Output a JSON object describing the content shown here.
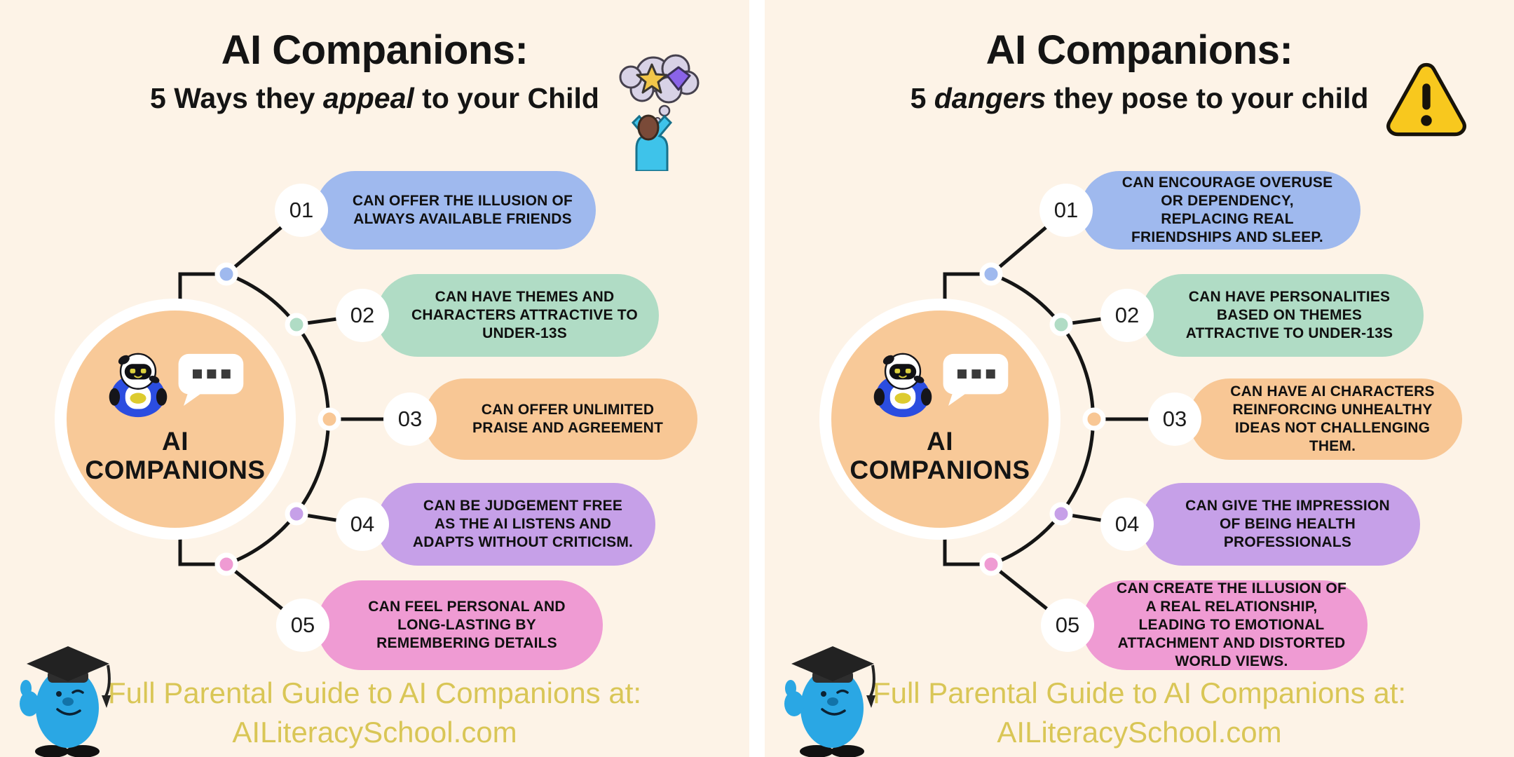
{
  "page": {
    "background": "#fdf3e7",
    "divider_color": "#ffffff",
    "text_color": "#141414",
    "line_color": "#151515",
    "footer_color": "#d9c656",
    "center_circle_color": "#f8c998"
  },
  "panels": [
    {
      "title": "AI Companions:",
      "subtitle": {
        "pre": "5 Ways they ",
        "em": "appeal",
        "post": " to your Child"
      },
      "header_icon": "daydream-thought-cloud-icon",
      "center": {
        "icon": "robot-icon",
        "bubble_icon": "chat-dots-icon",
        "label_line1": "AI",
        "label_line2": "COMPANIONS"
      },
      "items": [
        {
          "num": "01",
          "text": "CAN OFFER THE ILLUSION OF ALWAYS AVAILABLE FRIENDS",
          "color": "#9fb9ee"
        },
        {
          "num": "02",
          "text": "CAN HAVE THEMES AND CHARACTERS ATTRACTIVE TO UNDER-13S",
          "color": "#b0dcc5"
        },
        {
          "num": "03",
          "text": "CAN OFFER UNLIMITED PRAISE AND AGREEMENT",
          "color": "#f8c795"
        },
        {
          "num": "04",
          "text": "CAN BE JUDGEMENT FREE AS THE AI LISTENS AND ADAPTS WITHOUT CRITICISM.",
          "color": "#c6a0e8"
        },
        {
          "num": "05",
          "text": "CAN FEEL PERSONAL AND LONG-LASTING BY REMEMBERING DETAILS",
          "color": "#ef9bd3"
        }
      ],
      "footer": {
        "line1": "Full Parental Guide to AI Companions at:",
        "line2": "AILiteracySchool.com",
        "mascot_icon": "graduate-mascot-icon"
      }
    },
    {
      "title": "AI Companions:",
      "subtitle": {
        "pre": "5 ",
        "em": "dangers",
        "post": " they pose to your child"
      },
      "header_icon": "warning-triangle-icon",
      "center": {
        "icon": "robot-icon",
        "bubble_icon": "chat-dots-icon",
        "label_line1": "AI",
        "label_line2": "COMPANIONS"
      },
      "items": [
        {
          "num": "01",
          "text": "CAN ENCOURAGE OVERUSE OR DEPENDENCY, REPLACING REAL FRIENDSHIPS AND SLEEP.",
          "color": "#9fb9ee"
        },
        {
          "num": "02",
          "text": "CAN HAVE PERSONALITIES BASED ON THEMES ATTRACTIVE TO UNDER-13S",
          "color": "#b0dcc5"
        },
        {
          "num": "03",
          "text": "CAN HAVE AI CHARACTERS REINFORCING UNHEALTHY IDEAS NOT CHALLENGING THEM.",
          "color": "#f8c795"
        },
        {
          "num": "04",
          "text": "CAN GIVE THE IMPRESSION OF BEING HEALTH PROFESSIONALS",
          "color": "#c6a0e8"
        },
        {
          "num": "05",
          "text": "CAN CREATE THE ILLUSION OF A REAL RELATIONSHIP, LEADING TO EMOTIONAL ATTACHMENT AND DISTORTED WORLD VIEWS.",
          "color": "#ef9bd3"
        }
      ],
      "footer": {
        "line1": "Full Parental Guide to AI Companions at:",
        "line2": "AILiteracySchool.com",
        "mascot_icon": "graduate-mascot-icon"
      }
    }
  ]
}
